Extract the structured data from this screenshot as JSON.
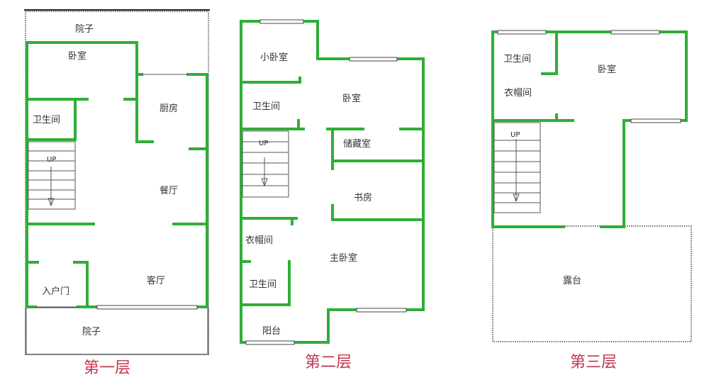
{
  "colors": {
    "wall": "#2fae35",
    "floor_label": "#c2364e"
  },
  "floor1": {
    "title": "第一层",
    "rooms": {
      "yard_top": "院子",
      "bedroom": "卧室",
      "bathroom": "卫生间",
      "kitchen": "厨房",
      "dining": "餐厅",
      "living": "客厅",
      "entry": "入户门",
      "yard_bottom": "院子"
    },
    "stairs": "UP"
  },
  "floor2": {
    "title": "第二层",
    "rooms": {
      "small_bedroom": "小卧室",
      "bathroom1": "卫生间",
      "bedroom": "卧室",
      "storage": "储藏室",
      "study": "书房",
      "closet": "衣帽间",
      "master_bedroom": "主卧室",
      "bathroom2": "卫生间",
      "balcony": "阳台"
    },
    "stairs": "UP"
  },
  "floor3": {
    "title": "第三层",
    "rooms": {
      "bathroom": "卫生间",
      "closet": "衣帽间",
      "bedroom": "卧室",
      "terrace": "露台"
    },
    "stairs": "UP"
  }
}
